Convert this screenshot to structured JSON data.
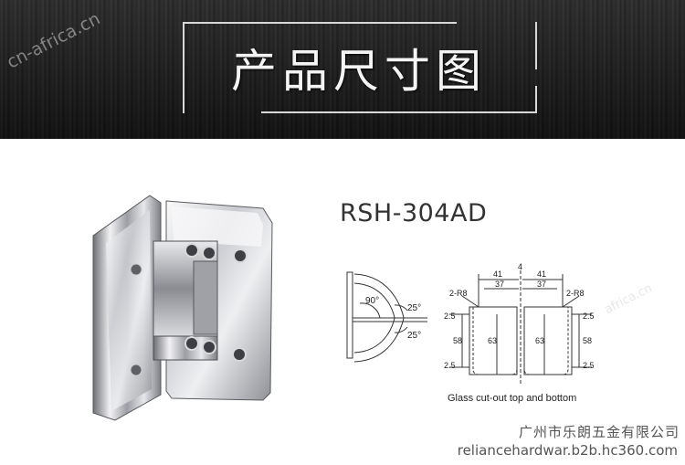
{
  "banner": {
    "title": "产品尺寸图",
    "watermark": "cn-africa.cn"
  },
  "product": {
    "model": "RSH-304AD"
  },
  "diagram": {
    "angle_main": "90°",
    "angle_a": "25°",
    "angle_b": "25°",
    "caption": "Glass cut-out top and bottom",
    "dims": {
      "center": "4",
      "w41_left": "41",
      "w41_right": "41",
      "w37_left": "37",
      "w37_right": "37",
      "r_left": "2-R8",
      "r_right": "2-R8",
      "top_left": "2.5",
      "top_right": "2.5",
      "bottom_left": "2.5",
      "bottom_right": "2.5",
      "h58_left": "58",
      "h58_right": "58",
      "h63_left": "63",
      "h63_right": "63"
    }
  },
  "footer": {
    "company": "广州市乐朗五金有限公司",
    "site": "reliancehardwar.b2b.hc360.com",
    "watermark": "africa.cn"
  }
}
